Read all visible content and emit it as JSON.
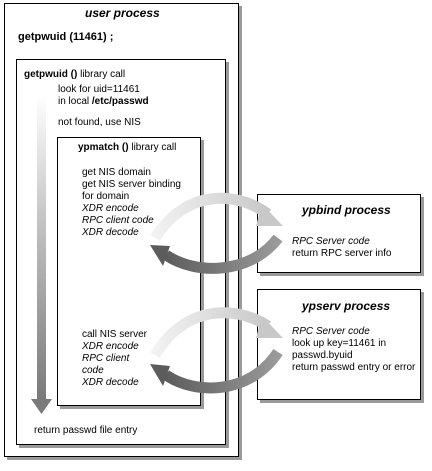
{
  "user_process": {
    "title": "user process",
    "call": "getpwuid (11461) ;"
  },
  "getpwuid_box": {
    "title_fn": "getpwuid ()",
    "title_rest": " library call",
    "line1": "look for uid=11461",
    "line2_prefix": "in local ",
    "line2_file": "/etc/passwd",
    "line3": "not found, use NIS",
    "footer": "return passwd file entry"
  },
  "ypmatch_box": {
    "title_fn": "ypmatch ()",
    "title_rest": " library call",
    "lines_top": [
      "get NIS domain",
      "get NIS server binding",
      "for domain"
    ],
    "lines_top_italic": [
      "XDR encode",
      "RPC client code",
      "XDR decode"
    ],
    "line_call": "call NIS server",
    "lines_bottom_italic": [
      "XDR encode",
      "RPC client",
      "code",
      "XDR decode"
    ]
  },
  "ypbind_box": {
    "title": "ypbind process",
    "line1": "RPC Server code",
    "line2": "return RPC server info"
  },
  "ypserv_box": {
    "title": "ypserv process",
    "line1": "RPC Server code",
    "line2": "look up key=11461 in",
    "line3": "passwd.byuid",
    "line4": "return passwd entry or error"
  },
  "colors": {
    "arrow_light": "#d8d8d8",
    "arrow_dark": "#6e6e6e",
    "shadow": "#9a9a9a"
  }
}
